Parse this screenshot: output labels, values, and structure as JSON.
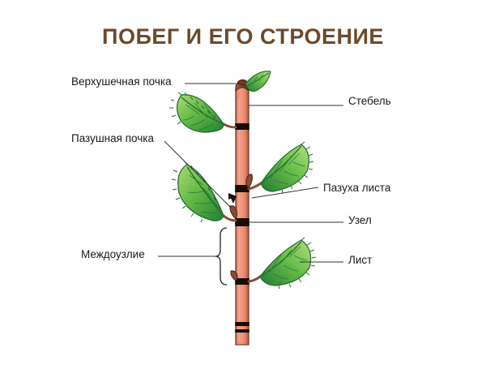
{
  "page": {
    "title": "ПОБЕГ И ЕГО СТРОЕНИЕ",
    "title_color": "#6B4A2A",
    "background": "#FFFFFF"
  },
  "diagram": {
    "subject": "shoot-structure-botanical-diagram",
    "stem_color": "#E8866F",
    "stem_edge_color": "#8A4B35",
    "node_color": "#140D08",
    "bud_color": "#8A4B35",
    "leaf_green_light": "#8DCB60",
    "leaf_green_mid": "#55B13C",
    "leaf_green_dark": "#2E8B3C",
    "leaf_vein_color": "#1F6B2E",
    "leader_line_color": "#333333"
  },
  "labels": {
    "apical_bud": "Верхушечная почка",
    "axillary_bud": "Пазушная почка",
    "internode": "Междоузлие",
    "stem": "Стебель",
    "leaf_axil": "Пазуха листа",
    "node": "Узел",
    "leaf": "Лист"
  }
}
